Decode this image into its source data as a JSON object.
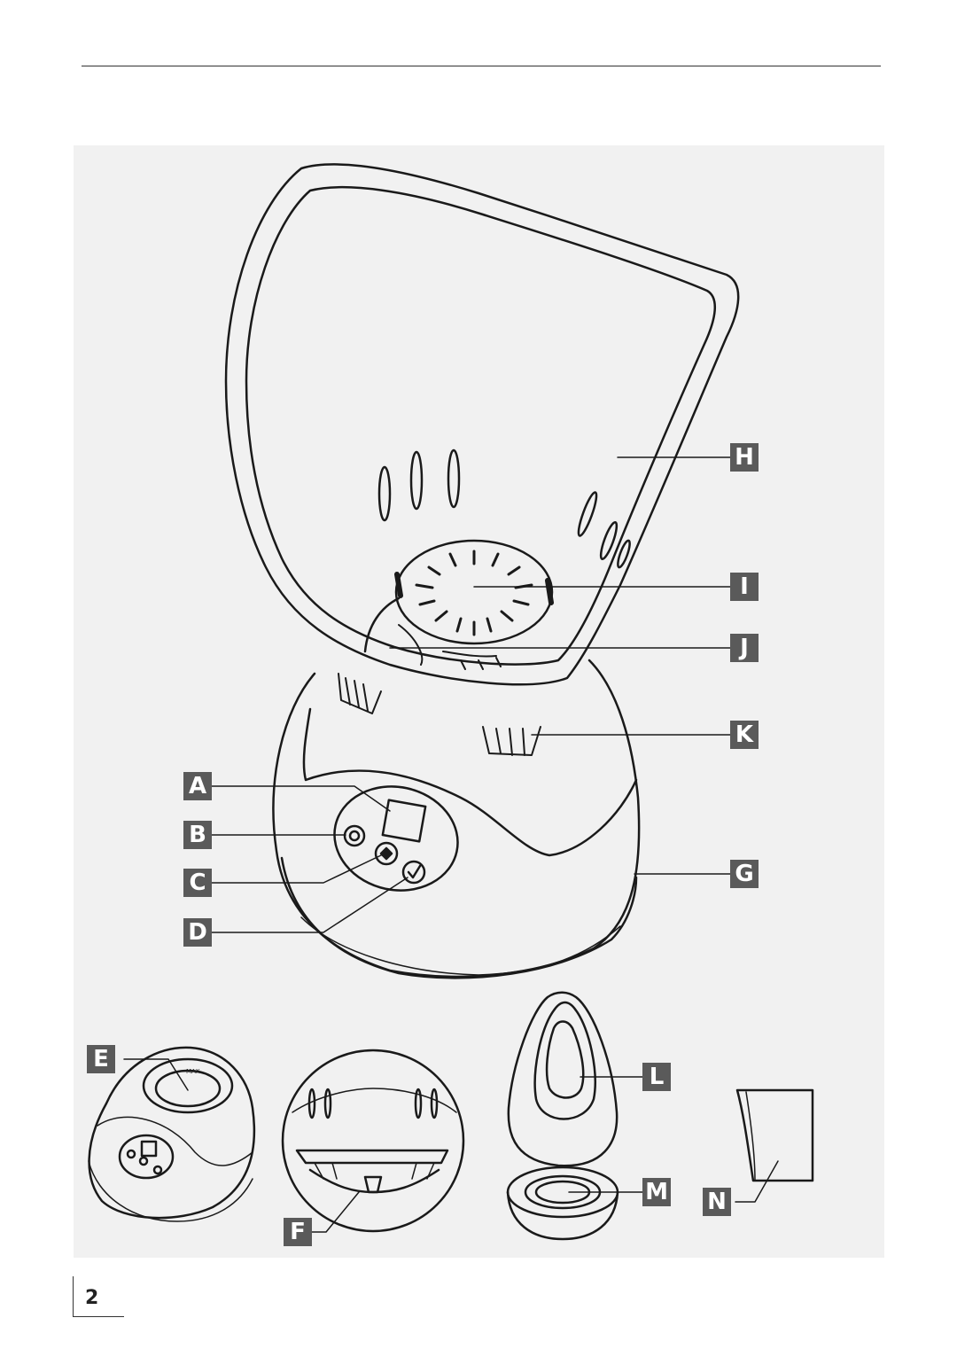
{
  "labels": {
    "a": "A",
    "b": "B",
    "c": "C",
    "d": "D",
    "e": "E",
    "f": "F",
    "g": "G",
    "h": "H",
    "i": "I",
    "j": "J",
    "k": "K",
    "l": "L",
    "m": "M",
    "n": "N"
  },
  "small_unit_marking": "MAX",
  "page_number": "2"
}
